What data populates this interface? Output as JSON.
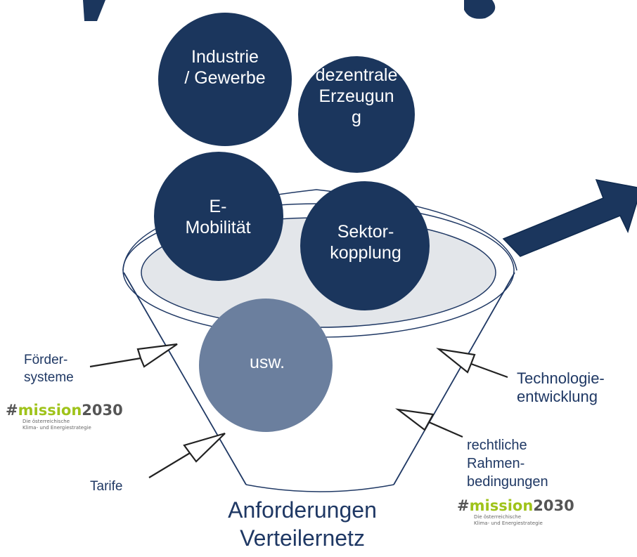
{
  "title_fragment": "y                                            g",
  "bubbles": {
    "industrie": "Industrie\n/ Gewerbe",
    "dezentrale": "dezentrale\nErzeugun\ng",
    "emobilitaet": "E-\nMobilität",
    "sektor": "Sektor-\nkopplung",
    "usw": "usw."
  },
  "factors": {
    "foerder": "Förder-\nsysteme",
    "tarife": "Tarife",
    "technologie": "Technologie-\nentwicklung",
    "rechtliche": "rechtliche\nRahmen-\nbedingungen"
  },
  "funnel_label": "Anforderungen\nVerteilernetz",
  "brand": {
    "hash": "#",
    "mission": "mission",
    "year": "2030",
    "line1": "Die österreichische",
    "line2": "Klima- und Energiestrategie"
  },
  "colors": {
    "navy": "#1b365d",
    "usw_fill": "#6b7f9e",
    "funnel_stroke": "#1f3864",
    "bowl_fill": "#e3e6ea",
    "accent_green": "#9fc31a"
  }
}
